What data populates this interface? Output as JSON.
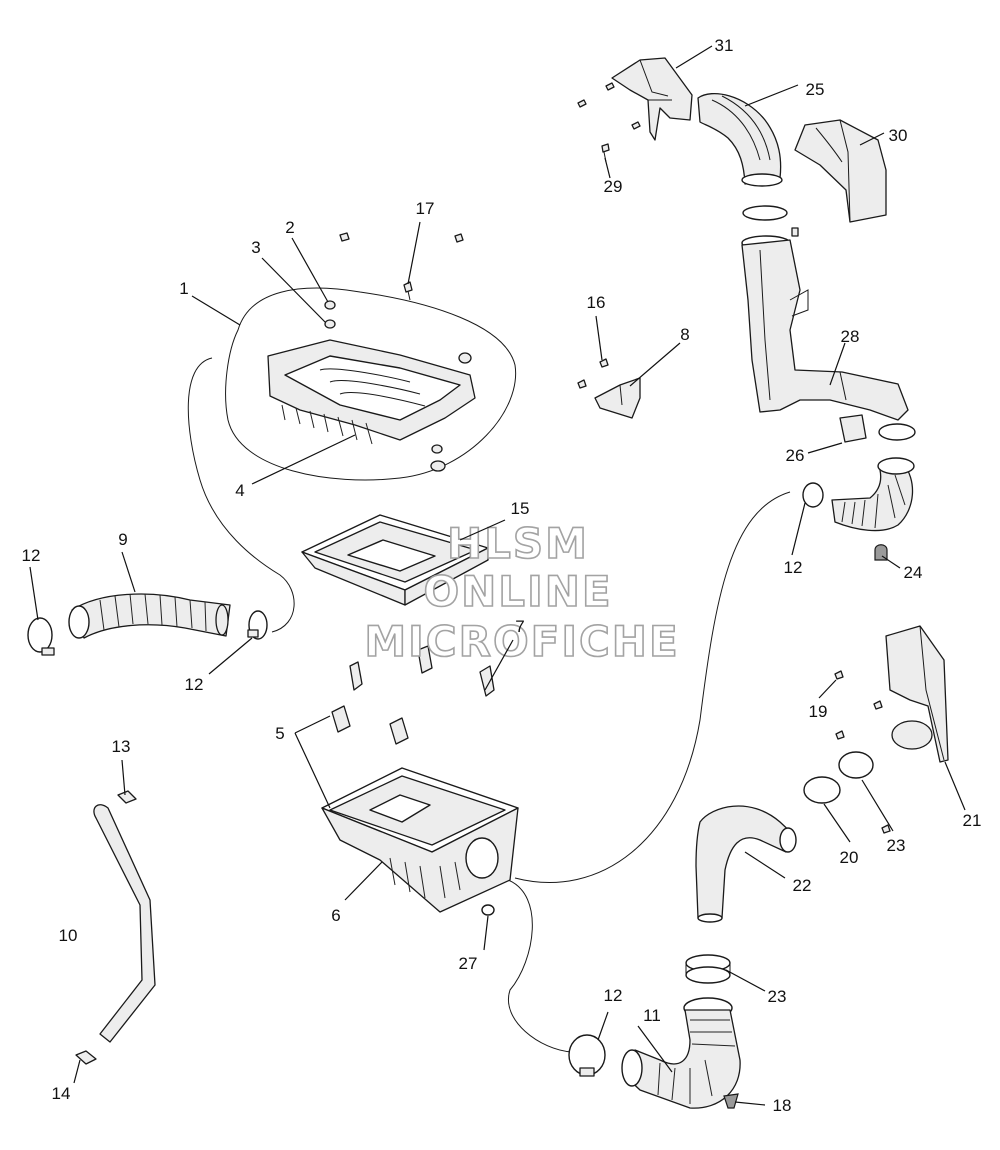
{
  "watermark": {
    "line1": "HLSM",
    "line2": "ONLINE",
    "line3": "MICROFICHE"
  },
  "callouts": {
    "c1": "1",
    "c2": "2",
    "c3": "3",
    "c4": "4",
    "c5": "5",
    "c6": "6",
    "c7": "7",
    "c8": "8",
    "c9": "9",
    "c10": "10",
    "c11": "11",
    "c12a": "12",
    "c12b": "12",
    "c12c": "12",
    "c12d": "12",
    "c13": "13",
    "c14": "14",
    "c15": "15",
    "c16": "16",
    "c17": "17",
    "c18": "18",
    "c19": "19",
    "c20": "20",
    "c21": "21",
    "c22": "22",
    "c23a": "23",
    "c23b": "23",
    "c24": "24",
    "c25": "25",
    "c26": "26",
    "c27": "27",
    "c28": "28",
    "c29": "29",
    "c30": "30",
    "c31": "31"
  }
}
